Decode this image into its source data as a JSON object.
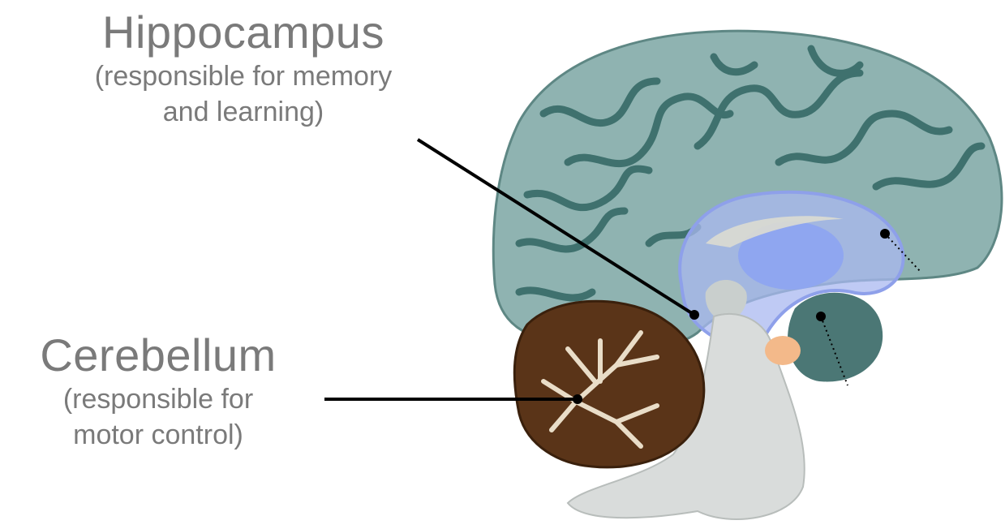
{
  "hippocampus": {
    "title": "Hippocampus",
    "description_line1": "(responsible for memory",
    "description_line2": "and learning)"
  },
  "cerebellum": {
    "title": "Cerebellum",
    "description_line1": "(responsible for",
    "description_line2": "motor control)"
  },
  "colors": {
    "cortex": "#8fb3b1",
    "sulci": "#3f716e",
    "limbic": "#a9b8f0",
    "thalamus": "#8fa6f0",
    "cerebellum": "#5a3418",
    "brainstem": "#d9dcdb",
    "pituitary": "#f3b98a"
  }
}
